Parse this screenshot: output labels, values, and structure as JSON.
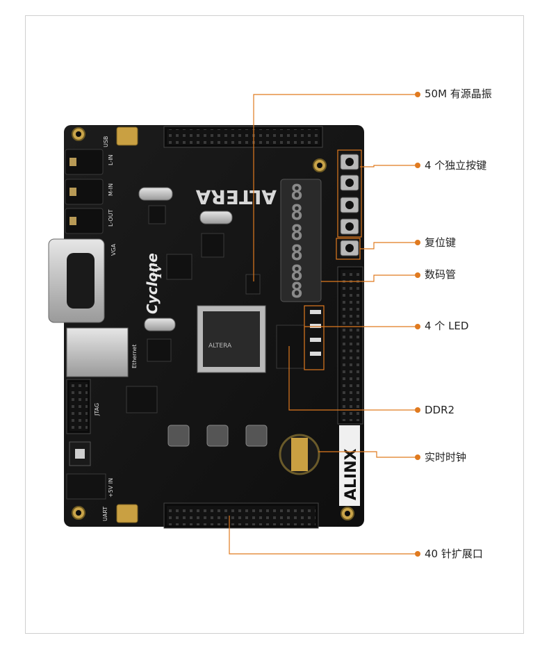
{
  "accent_color": "#e07a1f",
  "board": {
    "brand_chip": "ALTERA",
    "brand_board": "ALINX",
    "fpga_family": "Cyclone",
    "fpga_series": "IV",
    "connectors": {
      "usb": "USB",
      "line_in": "L-IN",
      "mic_in": "M-IN",
      "line_out": "L-OUT",
      "vga": "VGA",
      "ethernet": "Ethernet",
      "jtag": "JTAG",
      "power": "+5V IN",
      "uart": "UART"
    }
  },
  "callouts": [
    {
      "id": "oscillator",
      "label": "50M 有源晶振"
    },
    {
      "id": "keys",
      "label": "4 个独立按键"
    },
    {
      "id": "reset",
      "label": "复位键"
    },
    {
      "id": "seven-seg",
      "label": "数码管"
    },
    {
      "id": "leds",
      "label": "4 个 LED"
    },
    {
      "id": "ddr2",
      "label": "DDR2"
    },
    {
      "id": "rtc",
      "label": "实时时钟"
    },
    {
      "id": "expansion",
      "label": "40 针扩展口"
    }
  ]
}
